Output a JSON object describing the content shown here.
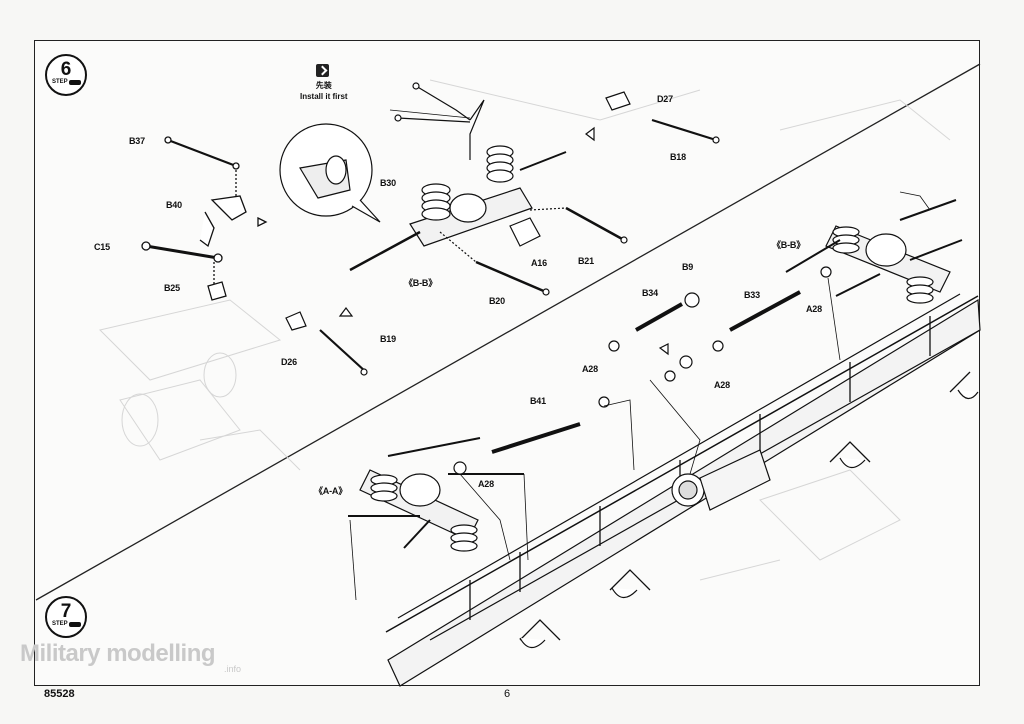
{
  "steps": {
    "step6": "6",
    "step7": "7",
    "step_word": "STEP"
  },
  "note": {
    "line1": "先装",
    "line2": "Install it first"
  },
  "labels": {
    "b37": "B37",
    "b40": "B40",
    "c15": "C15",
    "b25": "B25",
    "b30": "B30",
    "a16": "A16",
    "b21": "B21",
    "b20": "B20",
    "bb1": "《B-B》",
    "d27": "D27",
    "b18": "B18",
    "d26": "D26",
    "b19": "B19",
    "bb2": "《B-B》",
    "b9": "B9",
    "b34": "B34",
    "b33": "B33",
    "a28_1": "A28",
    "a28_2": "A28",
    "a28_3": "A28",
    "a28_4": "A28",
    "b41": "B41",
    "aa": "《A-A》"
  },
  "footer": {
    "code": "85528",
    "page": "6"
  },
  "watermark": {
    "text": "Military modelling",
    "sub": ".info"
  }
}
